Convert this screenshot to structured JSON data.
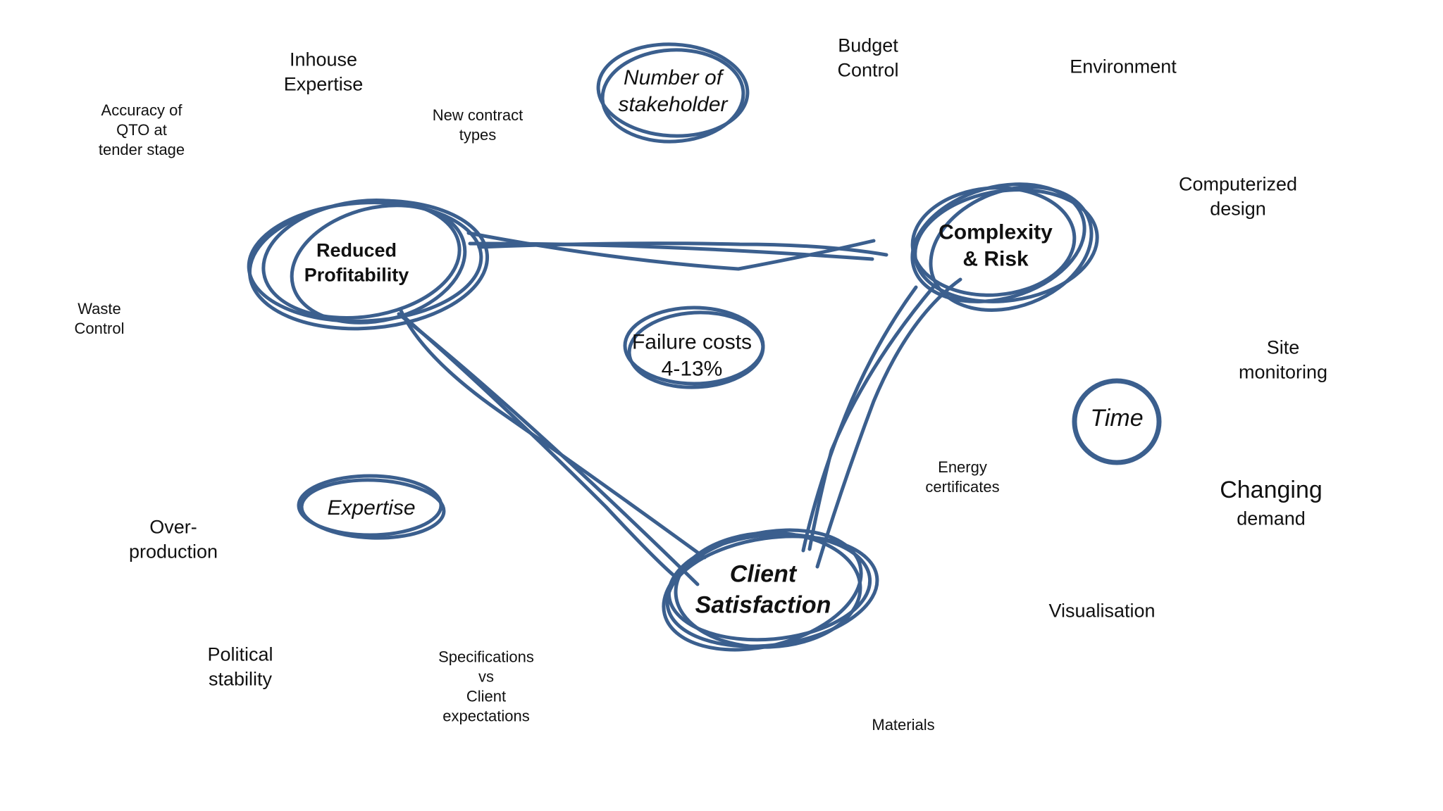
{
  "colors": {
    "ink": "#3B5F8E",
    "text": "#111111"
  },
  "hubs": {
    "reduced_profitability": "Reduced\nProfitability",
    "complexity_risk": "Complexity\n& Risk",
    "client_satisfaction": "Client\nSatisfaction"
  },
  "circled": {
    "number_of_stakeholders": "Number of\nstakeholder\ns",
    "failure_costs": "Failure costs\n4-13%",
    "expertise": "Expertise",
    "time": "Time"
  },
  "factors": {
    "inhouse_expertise": "Inhouse\nExpertise",
    "accuracy_qto": "Accuracy of\nQTO at\ntender stage",
    "new_contract_types": "New contract\ntypes",
    "budget_control": "Budget\nControl",
    "environment": "Environment",
    "computerized_design": "Computerized\ndesign",
    "waste_control": "Waste\nControl",
    "site_monitoring": "Site\nmonitoring",
    "energy_certificates": "Energy\ncertificates",
    "changing": "Changing",
    "demand": "demand",
    "over_production": "Over-\nproduction",
    "visualisation": "Visualisation",
    "political_stability": "Political\nstability",
    "specifications": "Specifications\nvs\nClient\nexpectations",
    "materials": "Materials"
  }
}
